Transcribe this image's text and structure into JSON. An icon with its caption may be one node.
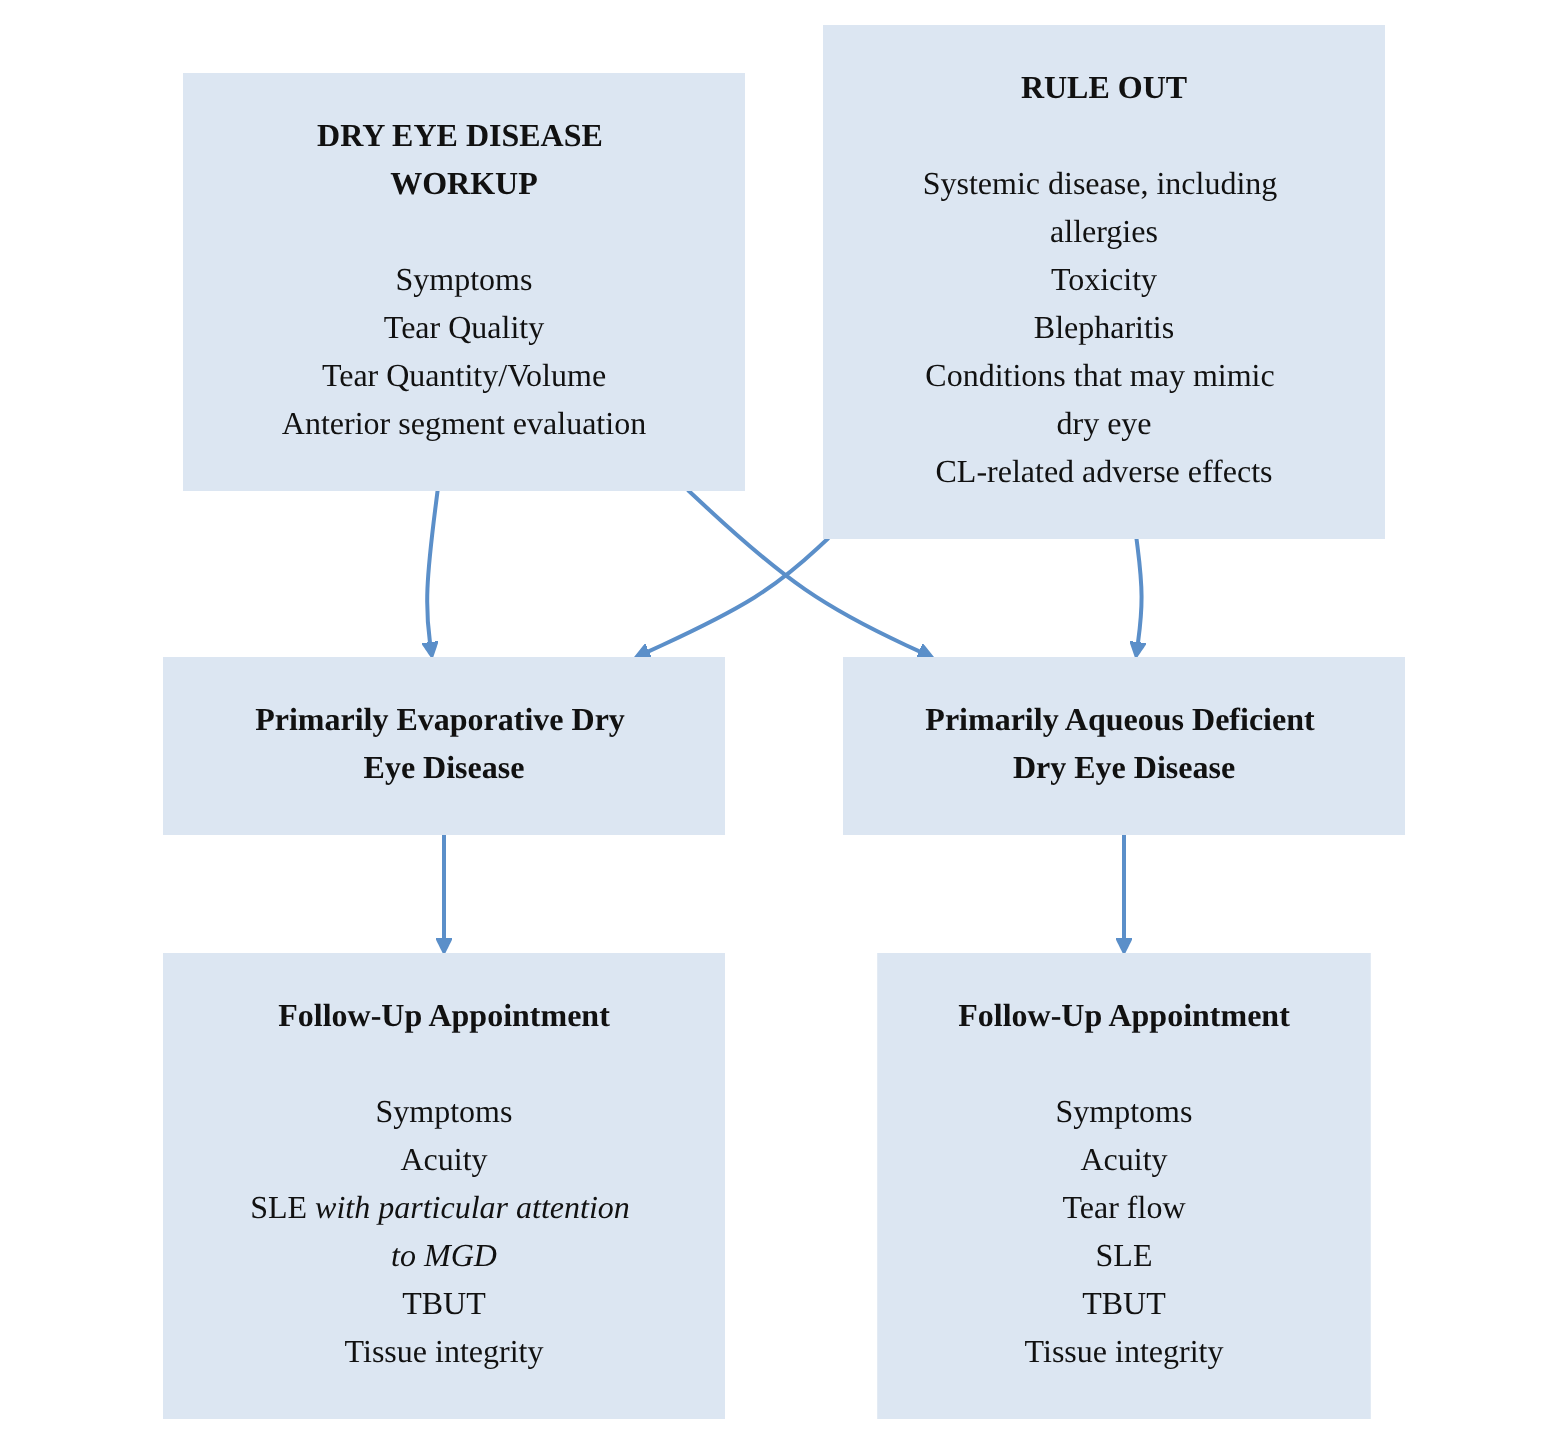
{
  "diagram": {
    "nodes": [
      {
        "text": [
          "DRY EYE DISEASE WORKUP",
          "Symptoms",
          "Tear Quality",
          "Tear Quantity/Volume",
          "Anterior segment evaluation"
        ]
      },
      {
        "text": [
          "RULE OUT",
          "Systemic disease, including allergies",
          "Toxicity",
          "Blepharitis",
          "Conditions that may mimic dry eye",
          "CL-related adverse effects"
        ]
      },
      {
        "text": [
          "Primarily Evaporative Dry Eye Disease"
        ]
      },
      {
        "text": [
          "Primarily Aqueous Deficient Dry Eye Disease"
        ]
      },
      {
        "text": [
          "Follow-Up Appointment",
          "Symptoms",
          "Acuity",
          "SLE *with particular attention to MGD*",
          "TBUT",
          "Tissue integrity"
        ]
      },
      {
        "text": [
          "Follow-Up Appointment",
          "Symptoms",
          "Acuity",
          "Tear flow",
          "SLE",
          "TBUT",
          "Tissue integrity"
        ]
      }
    ],
    "edges": [
      {
        "from": 0,
        "to": 2,
        "arrow": "to"
      },
      {
        "from": 0,
        "to": 3,
        "arrow": "to"
      },
      {
        "from": 1,
        "to": 2,
        "arrow": "to"
      },
      {
        "from": 1,
        "to": 3,
        "arrow": "to"
      },
      {
        "from": 2,
        "to": 4,
        "arrow": "to"
      },
      {
        "from": 3,
        "to": 5,
        "arrow": "to"
      }
    ]
  }
}
